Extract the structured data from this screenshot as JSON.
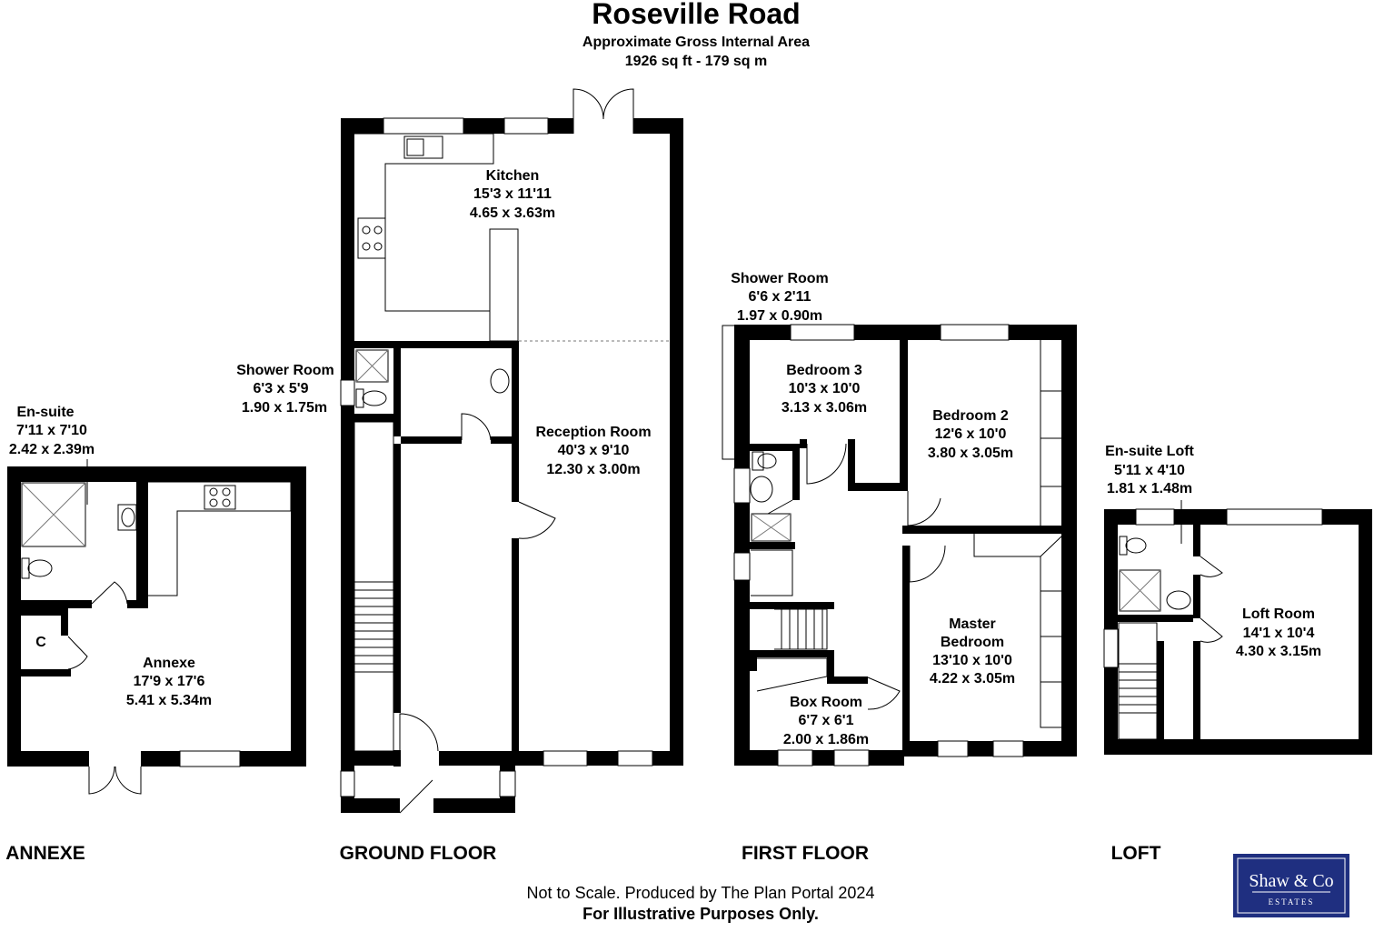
{
  "header": {
    "title": "Roseville Road",
    "area_label": "Approximate Gross Internal Area",
    "area_value": "1926 sq ft - 179 sq m"
  },
  "floors": {
    "annexe": "ANNEXE",
    "ground": "GROUND FLOOR",
    "first": "FIRST FLOOR",
    "loft": "LOFT"
  },
  "rooms": {
    "ensuite": {
      "name": "En-suite",
      "imperial": "7'11 x 7'10",
      "metric": "2.42 x 2.39m"
    },
    "cupboard": {
      "name": "C"
    },
    "annexe": {
      "name": "Annexe",
      "imperial": "17'9 x 17'6",
      "metric": "5.41 x 5.34m"
    },
    "kitchen": {
      "name": "Kitchen",
      "imperial": "15'3 x 11'11",
      "metric": "4.65 x 3.63m"
    },
    "shower_ground": {
      "name": "Shower Room",
      "imperial": "6'3 x 5'9",
      "metric": "1.90 x 1.75m"
    },
    "reception": {
      "name": "Reception Room",
      "imperial": "40'3 x 9'10",
      "metric": "12.30 x 3.00m"
    },
    "shower_first": {
      "name": "Shower Room",
      "imperial": "6'6 x 2'11",
      "metric": "1.97 x 0.90m"
    },
    "bedroom3": {
      "name": "Bedroom 3",
      "imperial": "10'3 x 10'0",
      "metric": "3.13 x 3.06m"
    },
    "bedroom2": {
      "name": "Bedroom 2",
      "imperial": "12'6 x 10'0",
      "metric": "3.80 x 3.05m"
    },
    "master": {
      "name1": "Master",
      "name2": "Bedroom",
      "imperial": "13'10 x 10'0",
      "metric": "4.22 x 3.05m"
    },
    "boxroom": {
      "name": "Box Room",
      "imperial": "6'7 x 6'1",
      "metric": "2.00 x 1.86m"
    },
    "ensuite_loft": {
      "name": "En-suite Loft",
      "imperial": "5'11 x 4'10",
      "metric": "1.81 x 1.48m"
    },
    "loftroom": {
      "name": "Loft Room",
      "imperial": "14'1 x 10'4",
      "metric": "4.30 x 3.15m"
    }
  },
  "footer": {
    "line1": "Not to Scale. Produced by The Plan Portal 2024",
    "line2": "For Illustrative Purposes Only."
  },
  "logo": {
    "name": "Shaw & Co",
    "tagline": "ESTATES",
    "bg_color": "#1f2f80"
  },
  "colors": {
    "walls": "#000000",
    "background": "#ffffff"
  }
}
